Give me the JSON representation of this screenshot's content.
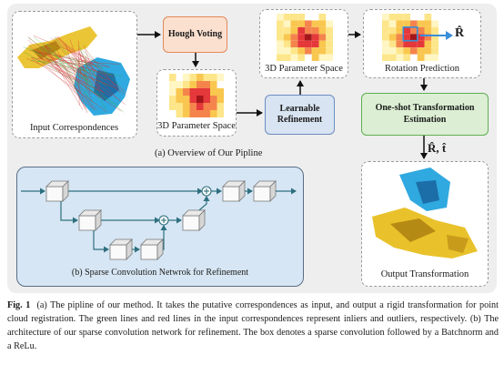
{
  "figure": {
    "hough_voting": "Hough Voting",
    "learnable_refinement_line1": "Learnable",
    "learnable_refinement_line2": "Refinement",
    "param_space_top": "3D Parameter Space",
    "param_space_bottom": "3D Parameter Space",
    "input_correspondences": "Input Correspondences",
    "rotation_prediction": "Rotation Prediction",
    "rotation_symbol": "R̂",
    "estimation_line1": "One-shot Transformation",
    "estimation_line2": "Estimation",
    "rt_symbol": "R̂, t̂",
    "output_transformation": "Output Transformation",
    "overview_label": "(a) Overview of Our Pipline",
    "sparse_label": "(b) Sparse Convolution Netwrok for Refinement",
    "colors": {
      "hough_fill": "#fbe0cf",
      "refine_fill": "#d9e4f2",
      "estimate_fill": "#dcefd4",
      "panel_bg": "#eeeeee",
      "sparse_bg": "#d7e6f4",
      "net_line": "#2e6f7e",
      "heat_dark": "#c8102e",
      "heat_light": "#fff2a8"
    }
  },
  "caption": {
    "fig_label": "Fig. 1",
    "text": "(a) The pipline of our method. It takes the putative correspondences as input, and output a rigid transformation for point cloud registration. The green lines and red lines in the input correspondences represent inliers and outliers, respectively. (b) The architecture of our sparse convolution network for refinement. The box denotes a sparse convolution followed by a Batchnorm and a ReLu."
  }
}
